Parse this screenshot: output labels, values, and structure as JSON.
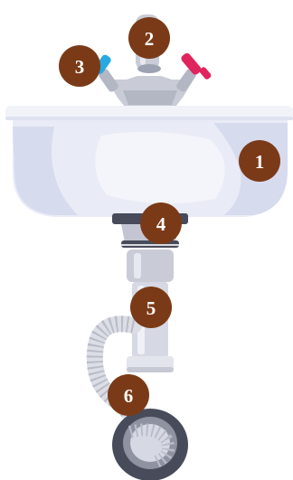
{
  "markers": [
    {
      "id": "basin",
      "label": "1"
    },
    {
      "id": "faucet",
      "label": "2"
    },
    {
      "id": "cold-handle",
      "label": "3"
    },
    {
      "id": "drain",
      "label": "4"
    },
    {
      "id": "tailpiece",
      "label": "5"
    },
    {
      "id": "hose",
      "label": "6"
    }
  ],
  "colors": {
    "marker_fill": "#7b3a17",
    "marker_text": "#ffffff",
    "basin_light": "#f2f4fb",
    "basin_shade": "#d5d9ec",
    "basin_rim": "#e9ecf6",
    "chrome": "#c9ccd6",
    "chrome_dark": "#9ea3b3",
    "cold_handle": "#29a9e1",
    "hot_handle": "#e0245e",
    "drain_dark": "#474b5a",
    "hose_light": "#eceef4",
    "hose_dark": "#c6c9d3"
  }
}
